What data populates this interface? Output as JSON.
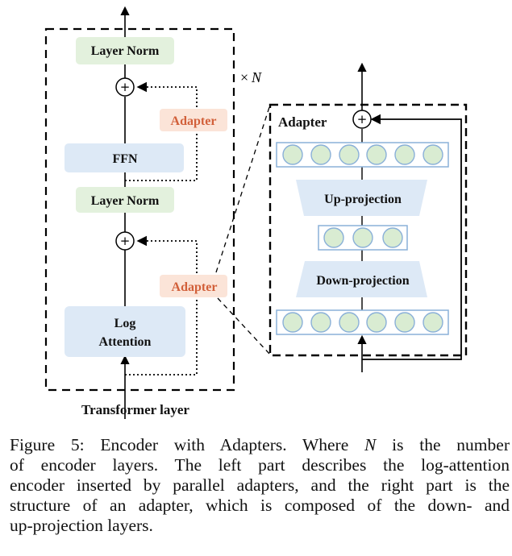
{
  "encoder": {
    "block_label": "Transformer layer",
    "repeat_symbol": "×",
    "repeat_var": "N",
    "layer_norm_top": "Layer Norm",
    "adapter_top": "Adapter",
    "ffn": "FFN",
    "layer_norm_mid": "Layer Norm",
    "adapter_bottom": "Adapter",
    "attention_line1": "Log",
    "attention_line2": "Attention",
    "plus_symbol": "+"
  },
  "adapter_detail": {
    "title": "Adapter",
    "up_projection": "Up-projection",
    "down_projection": "Down-projection",
    "plus_symbol": "+"
  },
  "caption": {
    "line1_pre": "Figure 5: Encoder with Adapters. Where ",
    "line1_var": "N",
    "line1_post": " is the number",
    "line2": "of encoder layers. The left part describes the log-attention",
    "line3": "encoder inserted by parallel adapters, and the right part is the",
    "line4": "structure of an adapter, which is composed of the down- and",
    "line5": "up-projection layers."
  },
  "colors": {
    "layer_norm_fill": "#e3f1dd",
    "adapter_fill": "#fbe4d8",
    "ffn_fill": "#dde9f6",
    "neuron_fill": "#d9ecd2",
    "neuron_stroke": "#8ab0d8"
  }
}
